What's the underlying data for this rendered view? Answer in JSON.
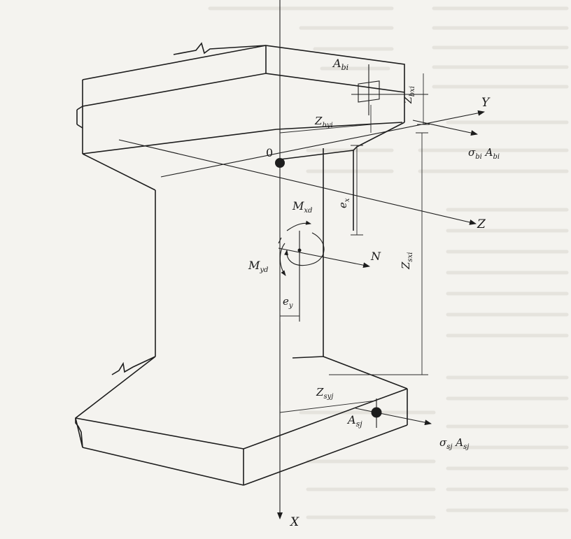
{
  "diagram": {
    "origin": "0",
    "axes": {
      "x": "X",
      "y": "Y",
      "z": "Z"
    },
    "area_bi": "A",
    "area_bi_sub": "bi",
    "area_sj": "A",
    "area_sj_sub": "sj",
    "stress_bi": "σ",
    "stress_bi_sub": "bi",
    "stress_bi_area": " A",
    "stress_bi_area_sub": "bi",
    "stress_sj": "σ",
    "stress_sj_sub": "sj",
    "stress_sj_area": " A",
    "stress_sj_area_sub": "sj",
    "z_byi": "Z",
    "z_byi_sub": "byi",
    "z_bxi": "Z",
    "z_bxi_sub": "bxi",
    "z_sxi": "Z",
    "z_sxi_sub": "sxi",
    "z_syj": "Z",
    "z_syj_sub": "syj",
    "m_xd": "M",
    "m_xd_sub": "xd",
    "m_yd": "M",
    "m_yd_sub": "yd",
    "e_x": "e",
    "e_x_sub": "x",
    "e_y": "e",
    "e_y_sub": "y",
    "force_n": "N"
  }
}
